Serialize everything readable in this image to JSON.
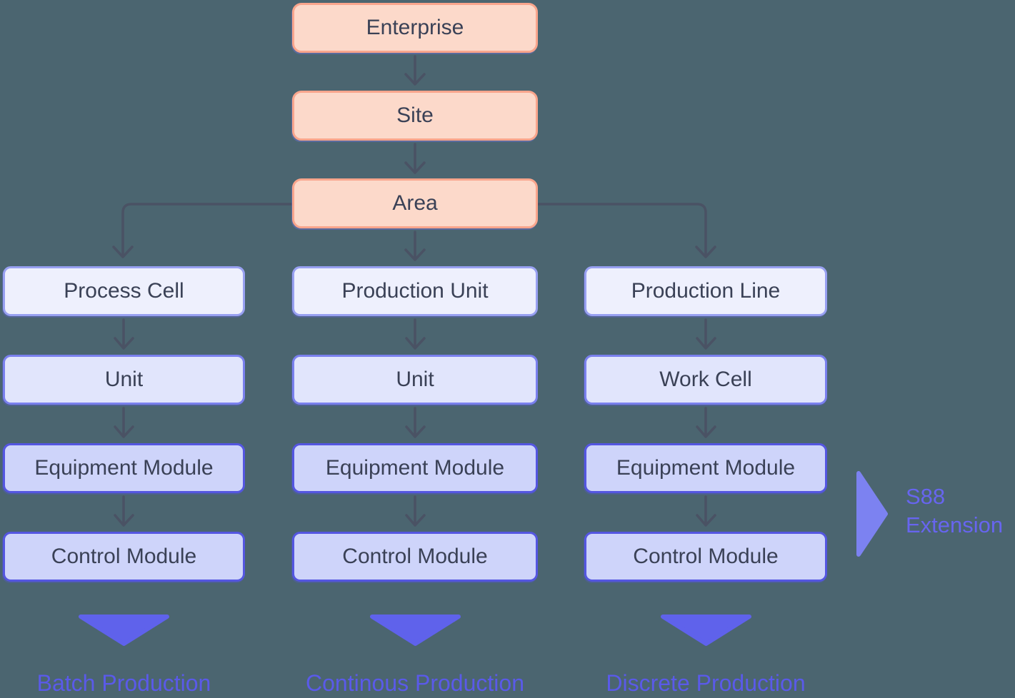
{
  "title": "S88 / ISA-88 physical model hierarchy diagram",
  "chain": [
    "Enterprise",
    "Site",
    "Area"
  ],
  "columns": [
    {
      "rows": [
        "Process Cell",
        "Unit",
        "Equipment Module",
        "Control Module"
      ],
      "footer": "Batch Production"
    },
    {
      "rows": [
        "Production Unit",
        "Unit",
        "Equipment Module",
        "Control Module"
      ],
      "footer": "Continous Production"
    },
    {
      "rows": [
        "Production Line",
        "Work Cell",
        "Equipment Module",
        "Control Module"
      ],
      "footer": "Discrete Production"
    }
  ],
  "annotation": {
    "line1": "S88",
    "line2": "Extension"
  },
  "colors": {
    "background": "#4B6570",
    "enterprise_fill": "#FCD9CA",
    "enterprise_border": "#F9A58C",
    "level1_fill": "#EEF0FD",
    "level1_border": "#98A0F1",
    "level2_fill": "#E1E5FC",
    "level2_border": "#7A80EE",
    "level3_fill": "#CED4FA",
    "level3_border": "#5456E1",
    "box_text": "#3A4156",
    "connector": "#4A5264",
    "accent_triangle": "#5F62EB",
    "s88_triangle": "#7C82F1",
    "footer_text": "#5A5AE9",
    "annotation_text": "#6765EF"
  }
}
